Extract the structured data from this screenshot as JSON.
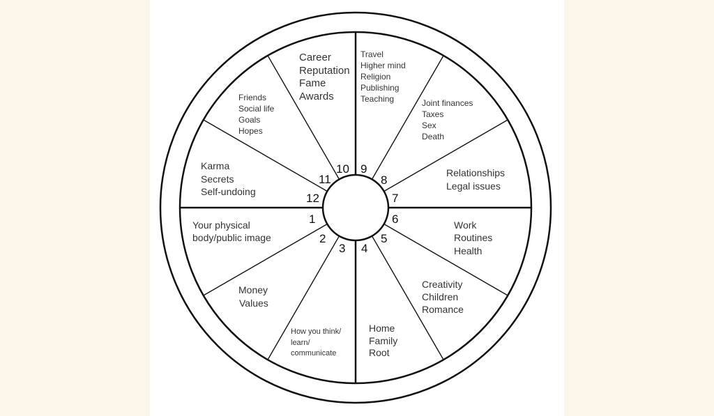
{
  "diagram": {
    "title": "",
    "type": "astrological-house-wheel",
    "colors": {
      "background": "#fdf6ea",
      "panel": "#ffffff",
      "line": "#111111",
      "text": "#333333"
    },
    "houses": [
      {
        "number": "1",
        "lines": [
          "Your physical",
          "body/public image"
        ]
      },
      {
        "number": "2",
        "lines": [
          "Money",
          "Values"
        ]
      },
      {
        "number": "3",
        "lines": [
          "How you think/",
          "learn/",
          "communicate"
        ]
      },
      {
        "number": "4",
        "lines": [
          "Home",
          "Family",
          "Root"
        ]
      },
      {
        "number": "5",
        "lines": [
          "Creativity",
          "Children",
          "Romance"
        ]
      },
      {
        "number": "6",
        "lines": [
          "Work",
          "Routines",
          "Health"
        ]
      },
      {
        "number": "7",
        "lines": [
          "Relationships",
          "Legal issues"
        ]
      },
      {
        "number": "8",
        "lines": [
          "Joint finances",
          "Taxes",
          "Sex",
          "Death"
        ]
      },
      {
        "number": "9",
        "lines": [
          "Travel",
          "Higher mind",
          "Religion",
          "Publishing",
          "Teaching"
        ]
      },
      {
        "number": "10",
        "lines": [
          "Career",
          "Reputation",
          "Fame",
          "Awards"
        ]
      },
      {
        "number": "11",
        "lines": [
          "Friends",
          "Social life",
          "Goals",
          "Hopes"
        ]
      },
      {
        "number": "12",
        "lines": [
          "Karma",
          "Secrets",
          "Self-undoing"
        ]
      }
    ]
  }
}
